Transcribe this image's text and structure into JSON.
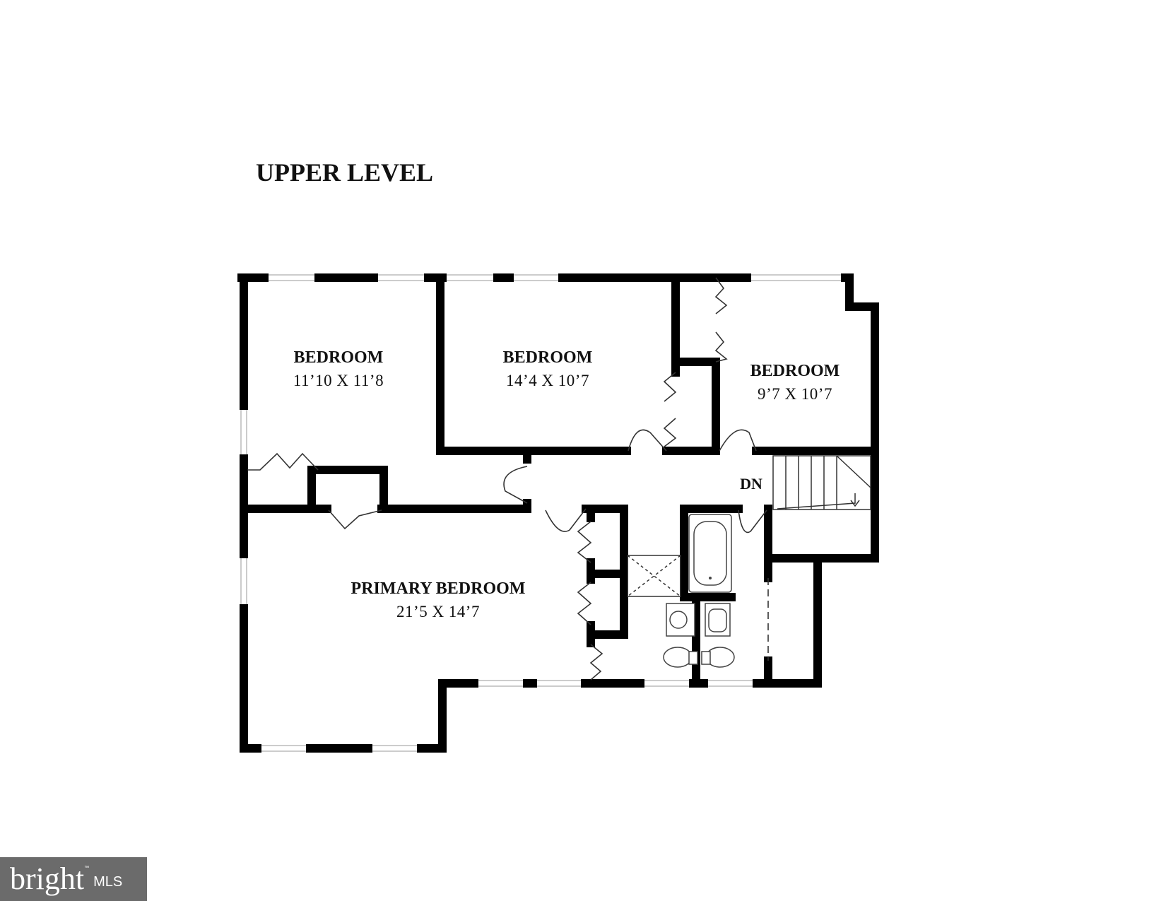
{
  "diagram": {
    "title": "UPPER LEVEL",
    "rooms": [
      {
        "name": "BEDROOM",
        "dims": "11’10 X 11’8"
      },
      {
        "name": "BEDROOM",
        "dims": "14’4 X 10’7"
      },
      {
        "name": "BEDROOM",
        "dims": "9’7 X 10’7"
      },
      {
        "name": "PRIMARY BEDROOM",
        "dims": "21’5 X 14’7"
      }
    ],
    "stairs_label": "DN"
  },
  "watermark": {
    "brand": "bright",
    "suffix": "MLS",
    "trademark": "™"
  },
  "colors": {
    "wall": "#000000",
    "background": "#ffffff",
    "logo_bg": "#6b6b6b"
  }
}
